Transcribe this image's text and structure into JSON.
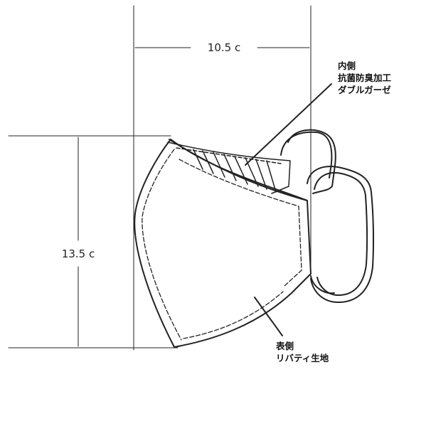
{
  "dimensions": {
    "width": "10.5 c",
    "height": "13.5 c"
  },
  "labels": {
    "inner": [
      "内側",
      "抗菌防臭加工",
      "ダブルガーゼ"
    ],
    "outer": [
      "表側",
      "リバティ生地"
    ]
  }
}
